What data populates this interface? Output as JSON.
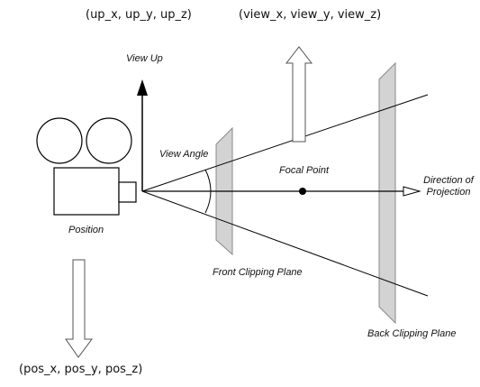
{
  "labels": {
    "up_vector": "(up_x, up_y, up_z)",
    "view_vector": "(view_x, view_y, view_z)",
    "pos_vector": "(pos_x, pos_y, pos_z)",
    "view_up": "View Up",
    "view_angle": "View Angle",
    "focal_point": "Focal Point",
    "direction_line1": "Direction of",
    "direction_line2": "Projection",
    "position": "Position",
    "front_clipping_plane": "Front Clipping Plane",
    "back_clipping_plane": "Back Clipping Plane"
  },
  "colors": {
    "stroke": "#000000",
    "plane_fill": "#d3d3d3",
    "plane_stroke": "#8a8a8a",
    "arrow_stroke": "#555555"
  }
}
